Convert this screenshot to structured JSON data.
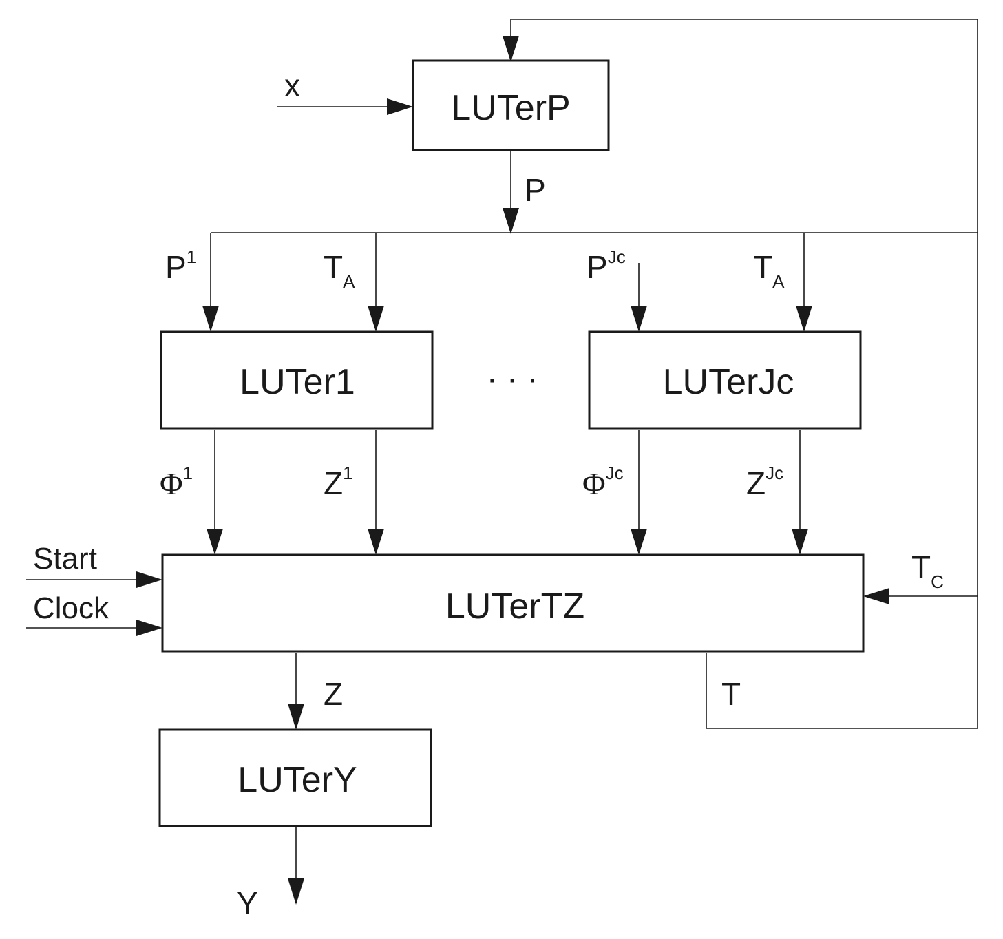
{
  "blocks": {
    "luterp": "LUTerP",
    "luter1": "LUTer1",
    "luterjc": "LUTerJc",
    "lutertz": "LUTerTZ",
    "lutery": "LUTerY"
  },
  "ellipsis": "· · ·",
  "signals": {
    "x": "x",
    "p": "P",
    "p1": {
      "base": "P",
      "sup": "1"
    },
    "ta_left": {
      "base": "T",
      "sub": "A"
    },
    "pjc": {
      "base": "P",
      "sup": "Jc"
    },
    "ta_right": {
      "base": "T",
      "sub": "A"
    },
    "phi1": {
      "base": "Φ",
      "sup": "1"
    },
    "z1": {
      "base": "Z",
      "sup": "1"
    },
    "phijc": {
      "base": "Φ",
      "sup": "Jc"
    },
    "zjc": {
      "base": "Z",
      "sup": "Jc"
    },
    "start": "Start",
    "clock": "Clock",
    "tc": {
      "base": "T",
      "sub": "C"
    },
    "z": "Z",
    "t": "T",
    "y": "Y"
  }
}
